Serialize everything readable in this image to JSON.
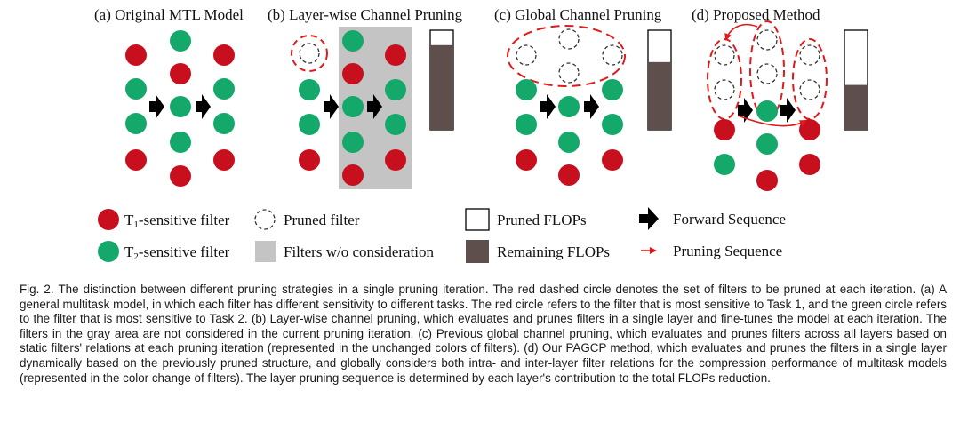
{
  "panels": {
    "a": {
      "title": "(a) Original MTL Model"
    },
    "b": {
      "title": "(b) Layer-wise Channel Pruning"
    },
    "c": {
      "title": "(c) Global Channel Pruning"
    },
    "d": {
      "title": "(d) Proposed Method"
    }
  },
  "legend": {
    "t1": {
      "prefix": "T",
      "sub": "1",
      "rest": "-sensitive filter"
    },
    "t2": {
      "prefix": "T",
      "sub": "2",
      "rest": "-sensitive filter"
    },
    "pruned_filter": "Pruned filter",
    "filters_wo": "Filters w/o consideration",
    "pruned_flops": "Pruned FLOPs",
    "remaining_flops": "Remaining FLOPs",
    "forward_sequence": "Forward Sequence",
    "pruning_sequence": "Pruning Sequence"
  },
  "flops_remaining": {
    "b": 0.85,
    "c": 0.68,
    "d": 0.45
  },
  "colors": {
    "t1": "#c80f1e",
    "t2": "#14a86a",
    "gray_area": "#c4c4c4",
    "remaining_flops": "#5e4e4c",
    "dashed": "#e01a1a"
  },
  "caption": "Fig. 2.  The distinction between different pruning strategies in a single pruning iteration. The red dashed circle denotes the set of filters to be pruned at each iteration. (a) A general multitask model, in which each filter has different sensitivity to different tasks. The red circle refers to the filter that is most sensitive to Task 1, and the green circle refers to the filter that is most sensitive to Task 2. (b) Layer-wise channel pruning, which evaluates and prunes filters in a single layer and fine-tunes the model at each iteration. The filters in the gray area are not considered in the current pruning iteration. (c) Previous global channel pruning, which evaluates and prunes filters across all layers based on static filters' relations at each pruning iteration (represented in the unchanged colors of filters). (d) Our PAGCP method, which evaluates and prunes the filters in a single layer dynamically based on the previously pruned structure, and globally considers both intra- and inter-layer filter relations for the compression performance of multitask models (represented in the color change of filters). The layer pruning sequence is determined by each layer's contribution to the total FLOPs reduction."
}
